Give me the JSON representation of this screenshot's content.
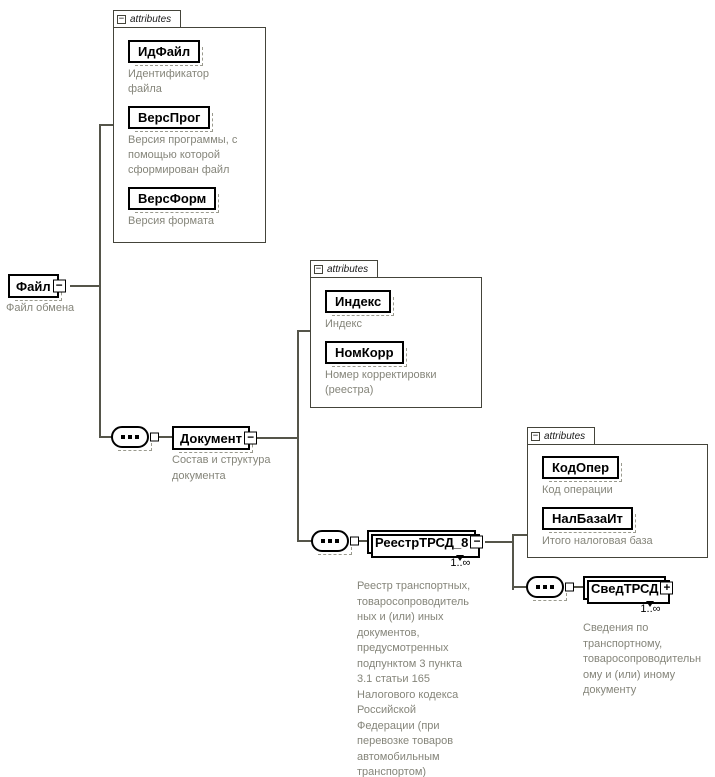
{
  "diagram_title": "XSD schema diagram: Файл обмена (реестр ТРСД_8)",
  "elements": {
    "file": {
      "name": "Файл",
      "annotation": "Файл обмена",
      "icon": "−"
    },
    "document": {
      "name": "Документ",
      "annotation": "Состав и структура документа",
      "icon": "−"
    },
    "reestr": {
      "name": "РеестрТРСД_8",
      "occurs": "1..∞",
      "icon": "−",
      "annotation": "Реестр транспортных, товаросопроводительных и (или) иных документов, предусмотренных подпунктом 3 пункта 3.1 статьи 165 Налогового кодекса Российской Федерации (при перевозке товаров автомобильным транспортом)"
    },
    "sved": {
      "name": "СведТРСД",
      "occurs": "1..∞",
      "icon": "+",
      "annotation": "Сведения по транспортному, товаросопроводительному и (или) иному документу"
    }
  },
  "attribute_groups": {
    "file_attrs": {
      "label": "attributes",
      "toggle": "−",
      "items": [
        {
          "name": "ИдФайл",
          "annotation": "Идентификатор файла"
        },
        {
          "name": "ВерсПрог",
          "annotation": "Версия программы, с помощью которой сформирован файл"
        },
        {
          "name": "ВерсФорм",
          "annotation": "Версия формата"
        }
      ]
    },
    "document_attrs": {
      "label": "attributes",
      "toggle": "−",
      "items": [
        {
          "name": "Индекс",
          "annotation": "Индекс"
        },
        {
          "name": "НомКорр",
          "annotation": "Номер корректировки (реестра)"
        }
      ]
    },
    "reestr_attrs": {
      "label": "attributes",
      "toggle": "−",
      "items": [
        {
          "name": "КодОпер",
          "annotation": "Код операции"
        },
        {
          "name": "НалБазаИт",
          "annotation": "Итого налоговая база"
        }
      ]
    }
  },
  "colors": {
    "line": "#55554a",
    "container_border": "#44443a",
    "node_border": "#000000",
    "annotation_text": "#85857a",
    "shadow_dash": "#9a9a8e",
    "background": "#ffffff"
  }
}
